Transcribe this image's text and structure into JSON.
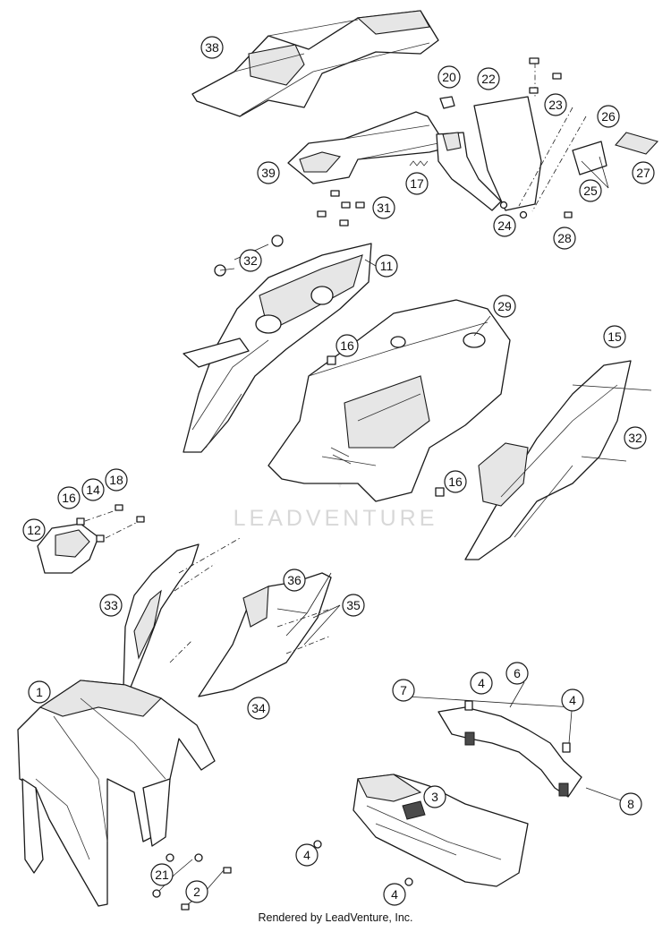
{
  "watermark": "LEADVENTURE",
  "footer": "Rendered by LeadVenture, Inc.",
  "callouts": [
    {
      "id": "38",
      "label": "38"
    },
    {
      "id": "20",
      "label": "20"
    },
    {
      "id": "22",
      "label": "22"
    },
    {
      "id": "23",
      "label": "23"
    },
    {
      "id": "26",
      "label": "26"
    },
    {
      "id": "27",
      "label": "27"
    },
    {
      "id": "25",
      "label": "25"
    },
    {
      "id": "39",
      "label": "39"
    },
    {
      "id": "17",
      "label": "17"
    },
    {
      "id": "31",
      "label": "31"
    },
    {
      "id": "24",
      "label": "24"
    },
    {
      "id": "28",
      "label": "28"
    },
    {
      "id": "32a",
      "label": "32"
    },
    {
      "id": "11",
      "label": "11"
    },
    {
      "id": "29",
      "label": "29"
    },
    {
      "id": "15",
      "label": "15"
    },
    {
      "id": "16a",
      "label": "16"
    },
    {
      "id": "32b",
      "label": "32"
    },
    {
      "id": "18",
      "label": "18"
    },
    {
      "id": "14",
      "label": "14"
    },
    {
      "id": "16b",
      "label": "16"
    },
    {
      "id": "16c",
      "label": "16"
    },
    {
      "id": "12",
      "label": "12"
    },
    {
      "id": "36",
      "label": "36"
    },
    {
      "id": "33",
      "label": "33"
    },
    {
      "id": "35",
      "label": "35"
    },
    {
      "id": "1",
      "label": "1"
    },
    {
      "id": "34",
      "label": "34"
    },
    {
      "id": "7",
      "label": "7"
    },
    {
      "id": "4a",
      "label": "4"
    },
    {
      "id": "6",
      "label": "6"
    },
    {
      "id": "4b",
      "label": "4"
    },
    {
      "id": "3",
      "label": "3"
    },
    {
      "id": "8",
      "label": "8"
    },
    {
      "id": "4c",
      "label": "4"
    },
    {
      "id": "21",
      "label": "21"
    },
    {
      "id": "2",
      "label": "2"
    },
    {
      "id": "4d",
      "label": "4"
    }
  ]
}
